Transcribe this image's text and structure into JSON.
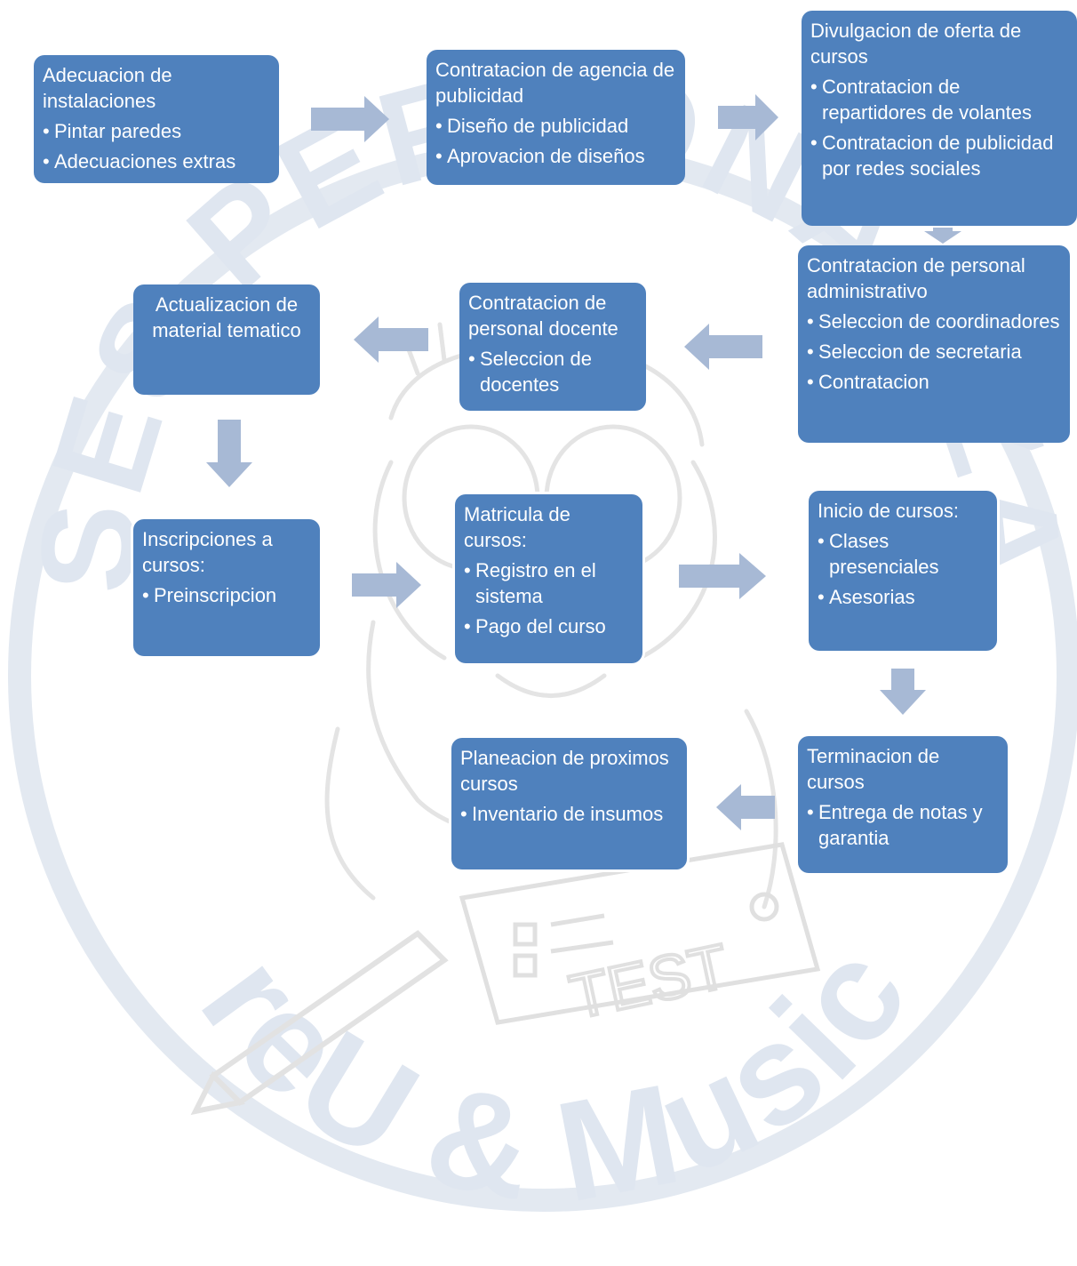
{
  "watermark": {
    "top_text": "CLASES PERSONALIZADAS",
    "bottom_text": "PreU & Musica",
    "paper_text": "TEST"
  },
  "boxes": {
    "adecuacion": {
      "title": "Adecuacion de instalaciones",
      "items": [
        "Pintar paredes",
        "Adecuaciones extras"
      ]
    },
    "agencia": {
      "title": "Contratacion de agencia de publicidad",
      "items": [
        "Diseño de publicidad",
        "Aprovacion de diseños"
      ]
    },
    "divulgacion": {
      "title": "Divulgacion de oferta de cursos",
      "items": [
        "Contratacion de repartidores de volantes",
        "Contratacion de publicidad por redes sociales"
      ]
    },
    "administrativo": {
      "title": "Contratacion de personal administrativo",
      "items": [
        "Seleccion de coordinadores",
        "Seleccion de secretaria",
        "Contratacion"
      ]
    },
    "docente": {
      "title": "Contratacion de personal docente",
      "items": [
        "Seleccion de docentes"
      ]
    },
    "actualizacion": {
      "title": "Actualizacion de material tematico",
      "items": []
    },
    "inscripciones": {
      "title": "Inscripciones a cursos:",
      "items": [
        "Preinscripcion"
      ]
    },
    "matricula": {
      "title": "Matricula de cursos:",
      "items": [
        "Registro en el sistema",
        "Pago del curso"
      ]
    },
    "inicio": {
      "title": "Inicio de cursos:",
      "items": [
        "Clases presenciales",
        "Asesorias"
      ]
    },
    "terminacion": {
      "title": "Terminacion de cursos",
      "items": [
        "Entrega de notas y garantia"
      ]
    },
    "planeacion": {
      "title": "Planeacion de proximos cursos",
      "items": [
        "Inventario de insumos"
      ]
    }
  },
  "colors": {
    "box_fill": "#4f81bd",
    "box_text": "#ffffff",
    "arrow_fill": "#a7b9d5",
    "watermark": "#dfe6f0"
  }
}
